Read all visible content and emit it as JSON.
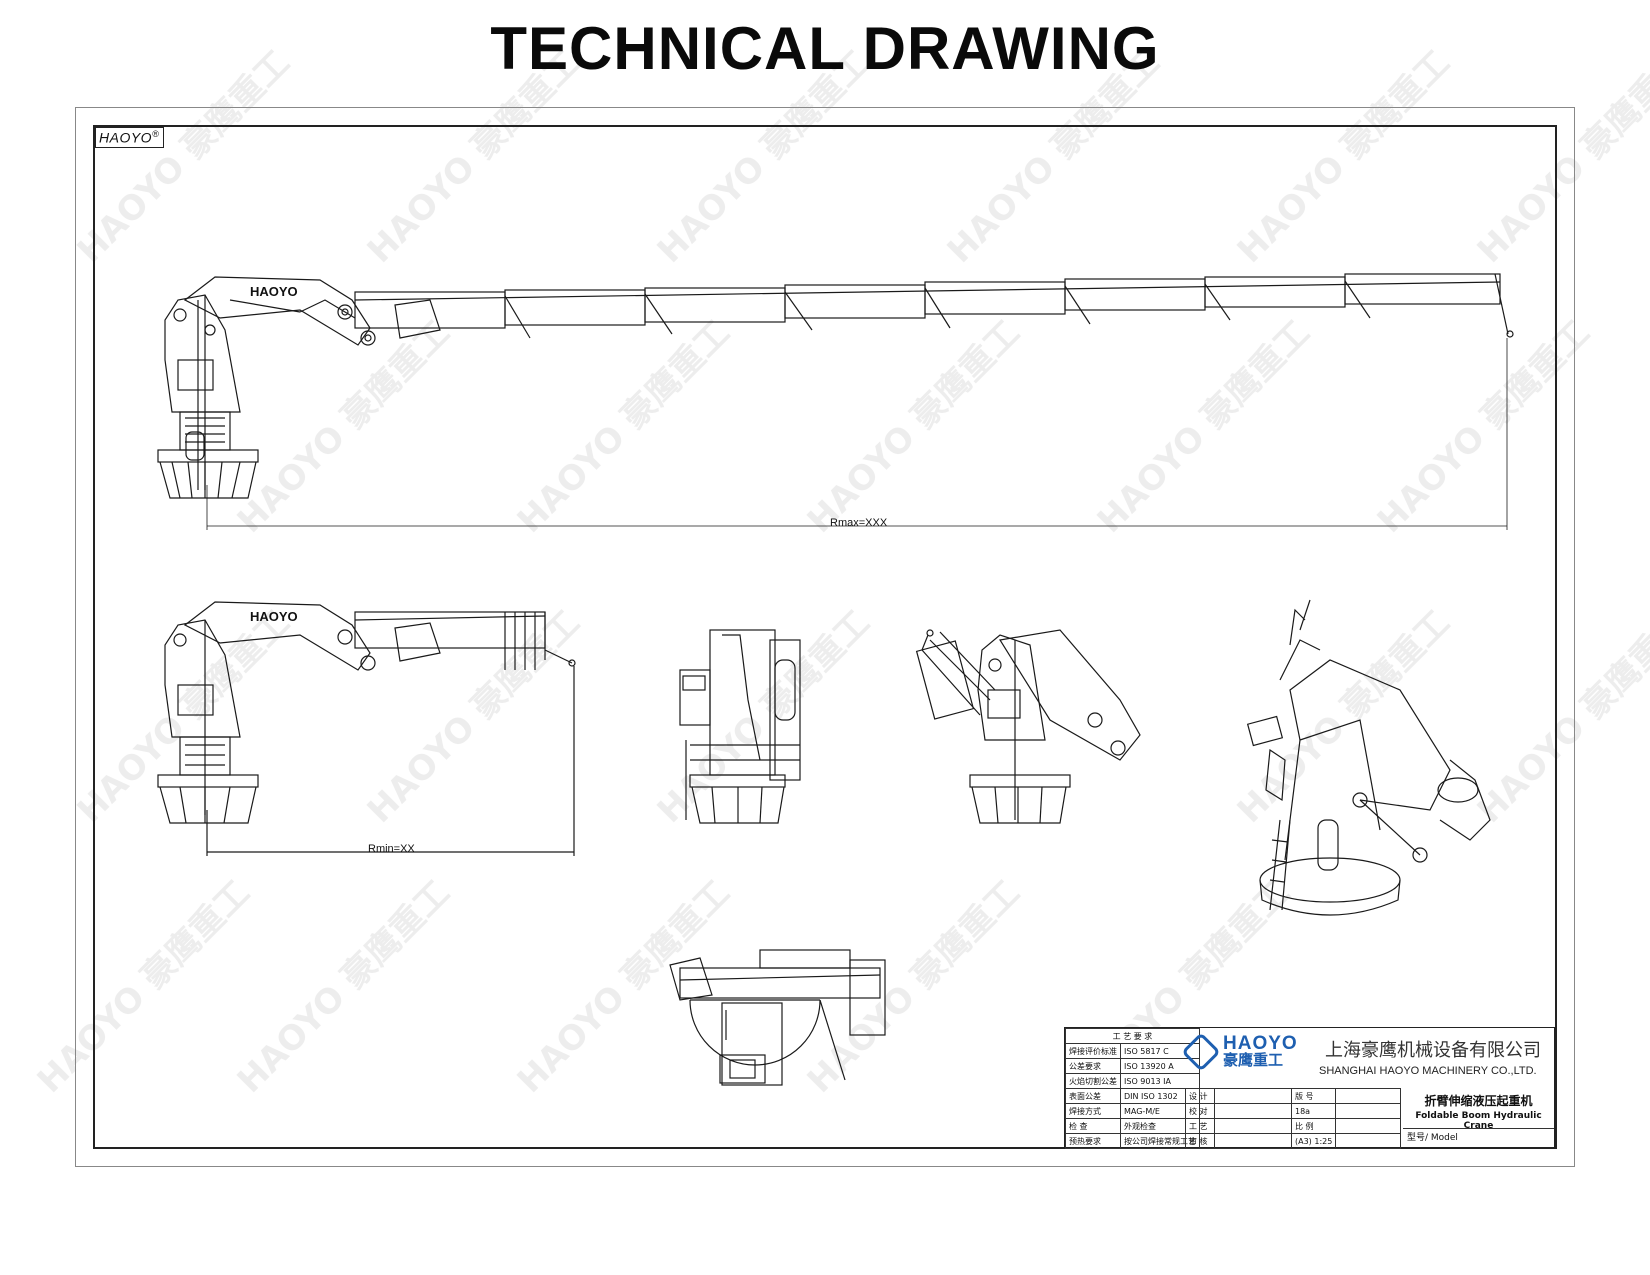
{
  "page": {
    "title": "TECHNICAL DRAWING",
    "brand_mark": "HAOYO",
    "brand_mark_reg": "®"
  },
  "drawing": {
    "boom_label": "HAOYO",
    "rmax_label": "Rmax=XXX",
    "rmin_label": "Rmin=XX",
    "watermark_text": "HAOYO 豪鹰重工"
  },
  "title_block": {
    "process_header": "工 艺 要 求",
    "rows": [
      {
        "label": "焊接评价标准",
        "value": "ISO 5817 C"
      },
      {
        "label": "公差要求",
        "value": "ISO 13920 A"
      },
      {
        "label": "火焰切割公差",
        "value": "ISO 9013 IA"
      },
      {
        "label": "表面公差",
        "value": "DIN ISO 1302"
      },
      {
        "label": "焊接方式",
        "value": "MAG-M/E"
      },
      {
        "label": "检 查",
        "value": "外观检查"
      },
      {
        "label": "预热要求",
        "value": "按公司焊接常规工艺"
      }
    ],
    "roles": [
      "设 计",
      "校 对",
      "工 艺",
      "审 核"
    ],
    "fields": [
      {
        "label": "版 号",
        "value": ""
      },
      {
        "label": "",
        "value": "18a"
      },
      {
        "label": "比 例",
        "value": ""
      },
      {
        "label": "",
        "value": "(A3) 1:25"
      }
    ],
    "logo_en": "HAOYO",
    "logo_cn": "豪鹰重工",
    "company_cn": "上海豪鹰机械设备有限公司",
    "company_en": "SHANGHAI HAOYO MACHINERY CO.,LTD.",
    "product_cn": "折臂伸缩液压起重机",
    "product_en": "Foldable Boom Hydraulic Crane",
    "model_label": "型号/ Model",
    "accent_color": "#1e5fb0"
  }
}
